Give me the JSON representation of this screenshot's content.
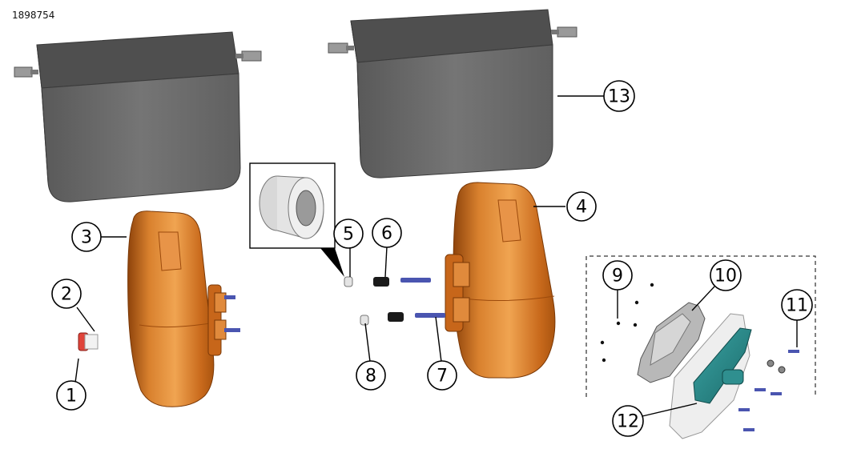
{
  "diagram_id": "1898754",
  "callouts": [
    {
      "number": "1"
    },
    {
      "number": "2"
    },
    {
      "number": "3"
    },
    {
      "number": "4"
    },
    {
      "number": "5"
    },
    {
      "number": "6"
    },
    {
      "number": "7"
    },
    {
      "number": "8"
    },
    {
      "number": "9"
    },
    {
      "number": "10"
    },
    {
      "number": "11"
    },
    {
      "number": "12"
    },
    {
      "number": "13"
    }
  ],
  "colors": {
    "liner": "#6a6a6a",
    "liner_dark": "#4e4e4e",
    "case": "#d97a24",
    "case_dark": "#9c4a0c",
    "case_light": "#f4b05e",
    "bolt": "#4a55b0",
    "plate": "#2c8c8c"
  }
}
